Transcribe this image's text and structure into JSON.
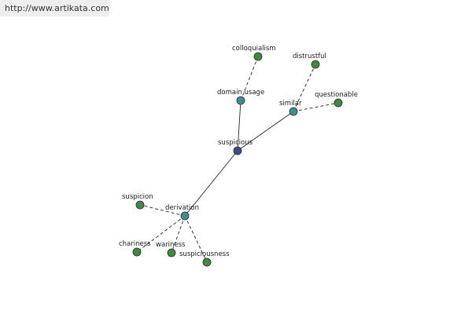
{
  "header": {
    "url": "http://www.artikata.com"
  },
  "colors": {
    "root_node": "#3a4f8a",
    "mid_node": "#3f8f8f",
    "leaf_node": "#3f8a3f",
    "node_stroke": "#2a2a2a",
    "edge": "#222222"
  },
  "nodes": [
    {
      "id": "suspicious",
      "label": "suspicious",
      "kind": "root"
    },
    {
      "id": "domain_usage",
      "label": "domain usage",
      "kind": "mid"
    },
    {
      "id": "similar",
      "label": "similar",
      "kind": "mid"
    },
    {
      "id": "derivation",
      "label": "derivation",
      "kind": "mid"
    },
    {
      "id": "colloquialism",
      "label": "colloquialism",
      "kind": "leaf"
    },
    {
      "id": "distrustful",
      "label": "distrustful",
      "kind": "leaf"
    },
    {
      "id": "questionable",
      "label": "questionable",
      "kind": "leaf"
    },
    {
      "id": "suspicion",
      "label": "suspicion",
      "kind": "leaf"
    },
    {
      "id": "chariness",
      "label": "chariness",
      "kind": "leaf"
    },
    {
      "id": "wariness",
      "label": "wariness",
      "kind": "leaf"
    },
    {
      "id": "suspiciousness",
      "label": "suspiciousness",
      "kind": "leaf"
    }
  ],
  "edges": [
    {
      "from": "suspicious",
      "to": "domain_usage",
      "style": "solid"
    },
    {
      "from": "suspicious",
      "to": "similar",
      "style": "solid"
    },
    {
      "from": "suspicious",
      "to": "derivation",
      "style": "solid"
    },
    {
      "from": "domain_usage",
      "to": "colloquialism",
      "style": "dashed"
    },
    {
      "from": "similar",
      "to": "distrustful",
      "style": "dashed"
    },
    {
      "from": "similar",
      "to": "questionable",
      "style": "dashed"
    },
    {
      "from": "derivation",
      "to": "suspicion",
      "style": "dashed"
    },
    {
      "from": "derivation",
      "to": "chariness",
      "style": "dashed"
    },
    {
      "from": "derivation",
      "to": "wariness",
      "style": "dashed"
    },
    {
      "from": "derivation",
      "to": "suspiciousness",
      "style": "dashed"
    }
  ]
}
